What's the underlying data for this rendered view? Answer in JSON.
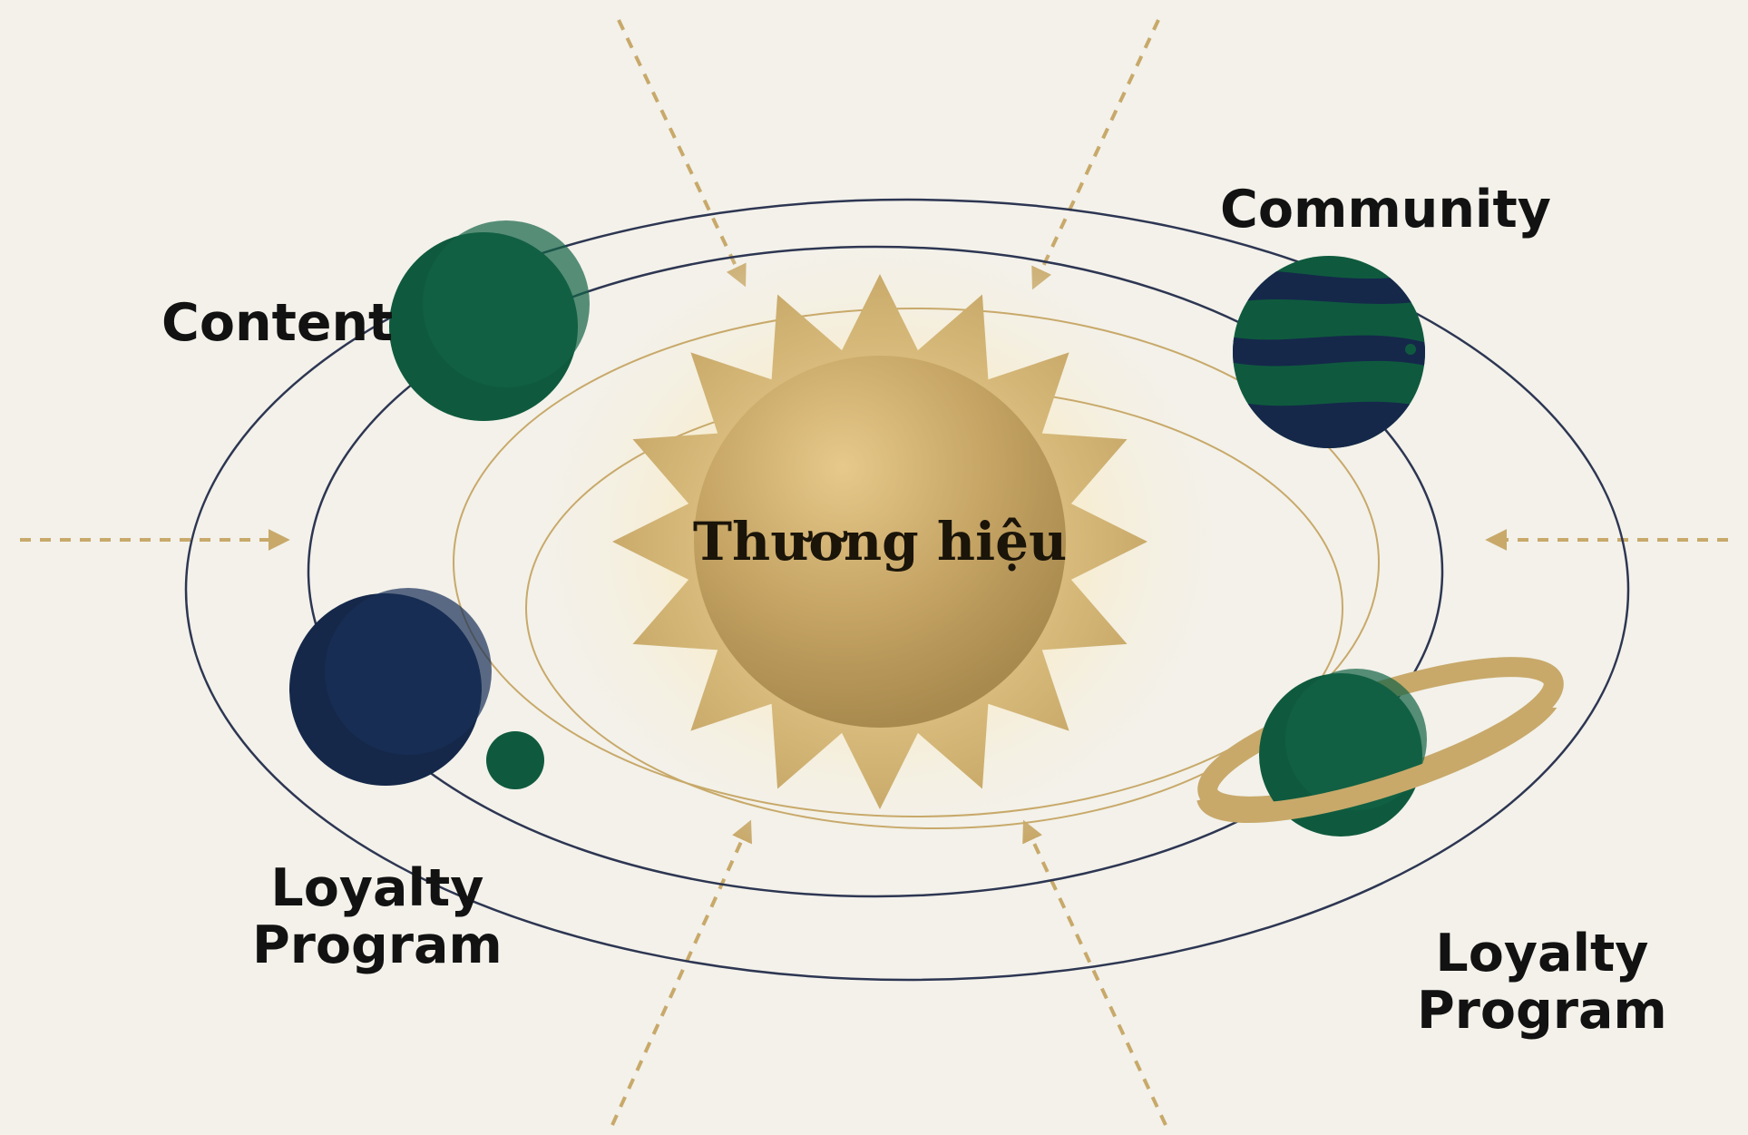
{
  "center": {
    "label": "Thương hiệu"
  },
  "planets": [
    {
      "id": "content",
      "label": "Content"
    },
    {
      "id": "community",
      "label": "Community"
    },
    {
      "id": "loyalty-left",
      "label_line1": "Loyalty",
      "label_line2": "Program"
    },
    {
      "id": "loyalty-right",
      "label_line1": "Loyalty",
      "label_line2": "Program"
    }
  ],
  "colors": {
    "background": "#f3f1ea",
    "gold": "#c8a96a",
    "dark_green": "#0f5a3e",
    "navy": "#15284a",
    "orbit_line": "#2d3652"
  }
}
